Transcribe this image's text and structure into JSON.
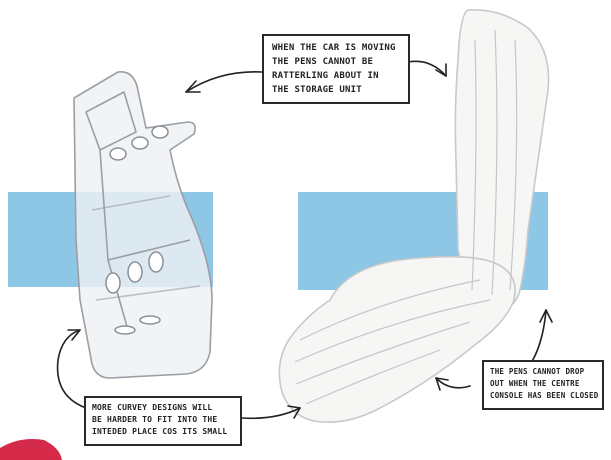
{
  "callouts": {
    "top": [
      "WHEN THE CAR IS MOVING",
      "THE PENS CANNOT BE",
      "RATTERLING ABOUT IN",
      "THE STORAGE UNIT"
    ],
    "bottom_left": [
      "MORE CURVEY DESIGNS WILL",
      "BE HARDER TO FIT INTO THE",
      "INTEDED PLACE COS ITS SMALL"
    ],
    "bottom_right": [
      "THE PENS CANNOT DROP",
      "OUT WHEN THE CENTRE",
      "CONSOLE HAS BEEN CLOSED"
    ]
  },
  "colors": {
    "band": "#8ec6e6",
    "sketch_fill": "#eef0f2",
    "sketch_stroke": "#9a9fa6",
    "soft_fill": "#f6f6f4",
    "accent_corner": "#d62a4a"
  }
}
